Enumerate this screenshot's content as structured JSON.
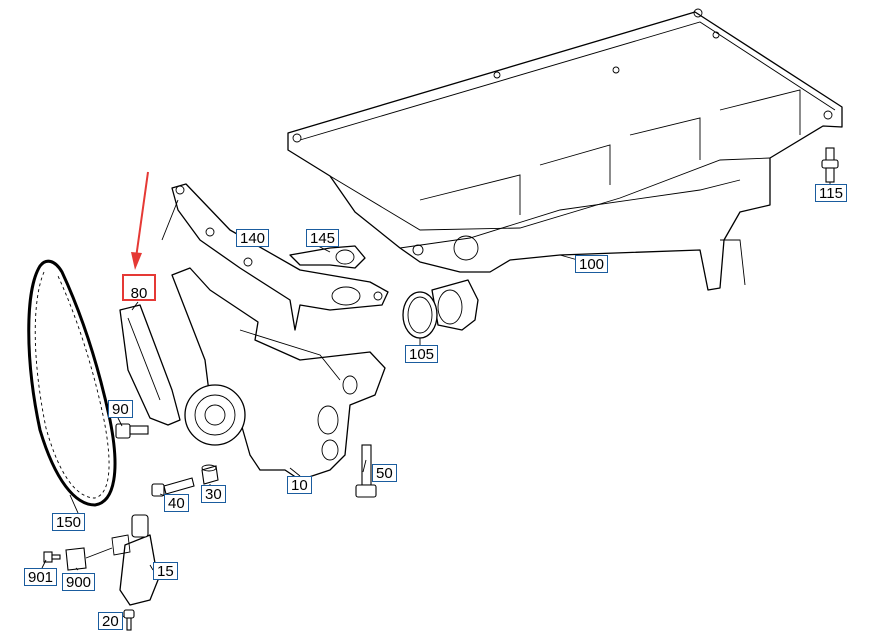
{
  "diagram": {
    "part_labels": {
      "p10": "10",
      "p15": "15",
      "p20": "20",
      "p30": "30",
      "p40": "40",
      "p50": "50",
      "p80": "80",
      "p90": "90",
      "p100": "100",
      "p105": "105",
      "p115": "115",
      "p140": "140",
      "p145": "145",
      "p150": "150",
      "p900": "900",
      "p901": "901"
    },
    "highlighted_part": "80",
    "colors": {
      "label_border": "#1a5c9e",
      "highlight": "#e53935",
      "line": "#000000"
    }
  }
}
